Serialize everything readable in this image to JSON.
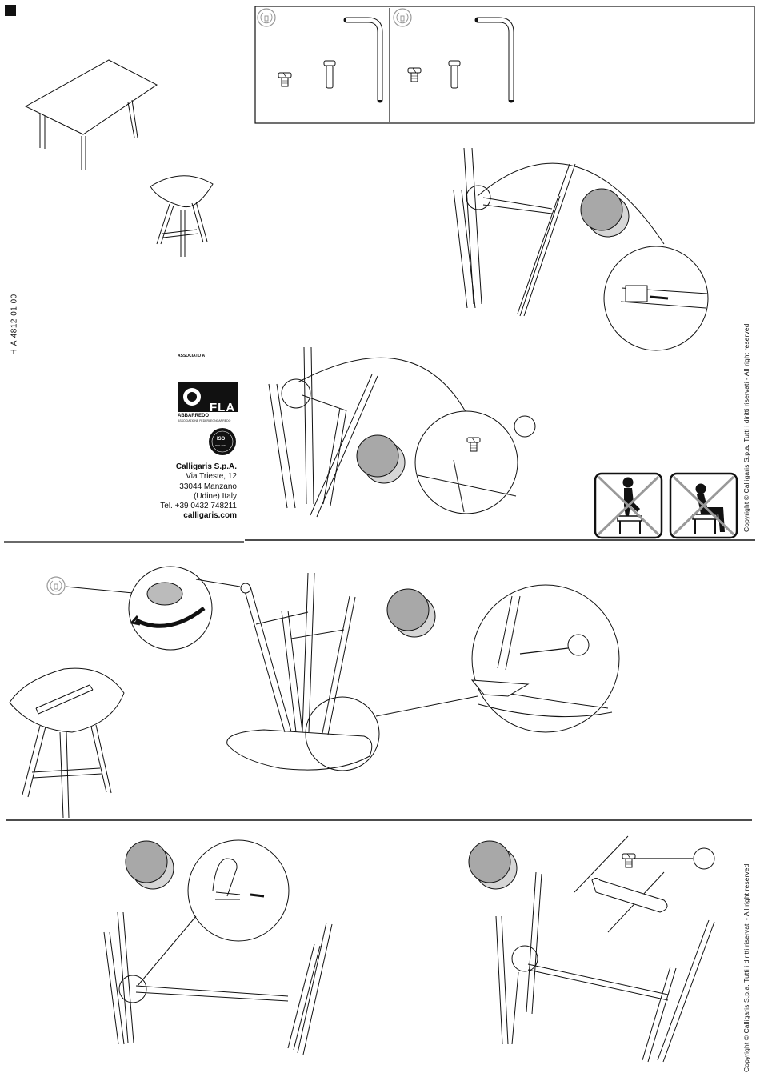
{
  "document": {
    "code": "H-A 4812 01 00",
    "copyright": "Copyright © Calligaris S.p.a.   Tutti i diritti riservati - All right reserved"
  },
  "company": {
    "name": "Calligaris S.p.A.",
    "address_line1": "Via Trieste, 12",
    "address_line2": "33044 Manzano",
    "address_line3": "(Udine) Italy",
    "phone": "Tel. +39 0432 748211",
    "website": "calligaris.com"
  },
  "fla_logo": {
    "associato": "ASSOCIATO A",
    "brand": "FLA",
    "abbarredo": "ABBARREDO",
    "sub": "ASSOCIAZIONE FEDERLEGNOARREDO"
  },
  "iso_logo": {
    "label": "ISO",
    "sub": "9001:2015"
  },
  "colors": {
    "ink": "#111111",
    "step_circle": "#a8a8a8",
    "step_shadow": "#d6d6d6"
  },
  "icons": [
    "hex-key-icon",
    "no-standing-icon",
    "no-sitting-icon"
  ]
}
